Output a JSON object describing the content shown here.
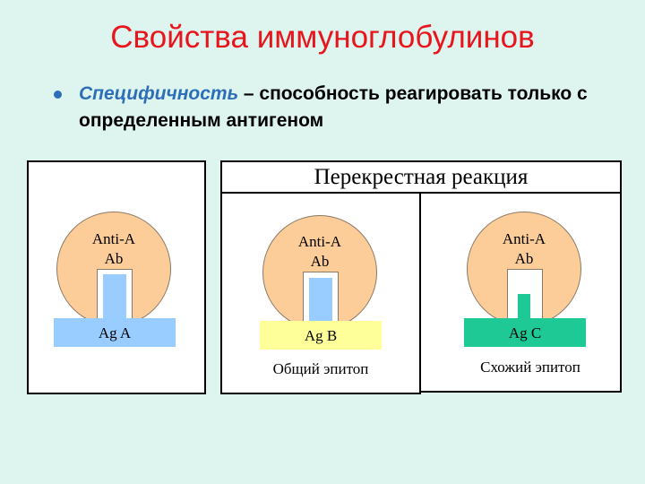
{
  "title": "Свойства иммуноглобулинов",
  "bullet": {
    "term": "Специфичность",
    "dash": " – ",
    "definition": "способность реагировать только с определенным антигеном"
  },
  "cross_reaction_header": "Перекрестная реакция",
  "panels": [
    {
      "antibody_line1": "Anti-A",
      "antibody_line2": "Ab",
      "antigen": "Ag A",
      "antigen_color": "#99ccff",
      "caption": ""
    },
    {
      "antibody_line1": "Anti-A",
      "antibody_line2": "Ab",
      "antigen": "Ag B",
      "antigen_color": "#ffff99",
      "caption": "Общий эпитоп"
    },
    {
      "antibody_line1": "Anti-A",
      "antibody_line2": "Ab",
      "antigen": "Ag C",
      "antigen_color": "#1ec995",
      "caption": "Схожий эпитоп"
    }
  ],
  "colors": {
    "title": "#e8151c",
    "term": "#2c6fb8",
    "background": "#ddf4ef",
    "antibody": "#fccc99"
  }
}
